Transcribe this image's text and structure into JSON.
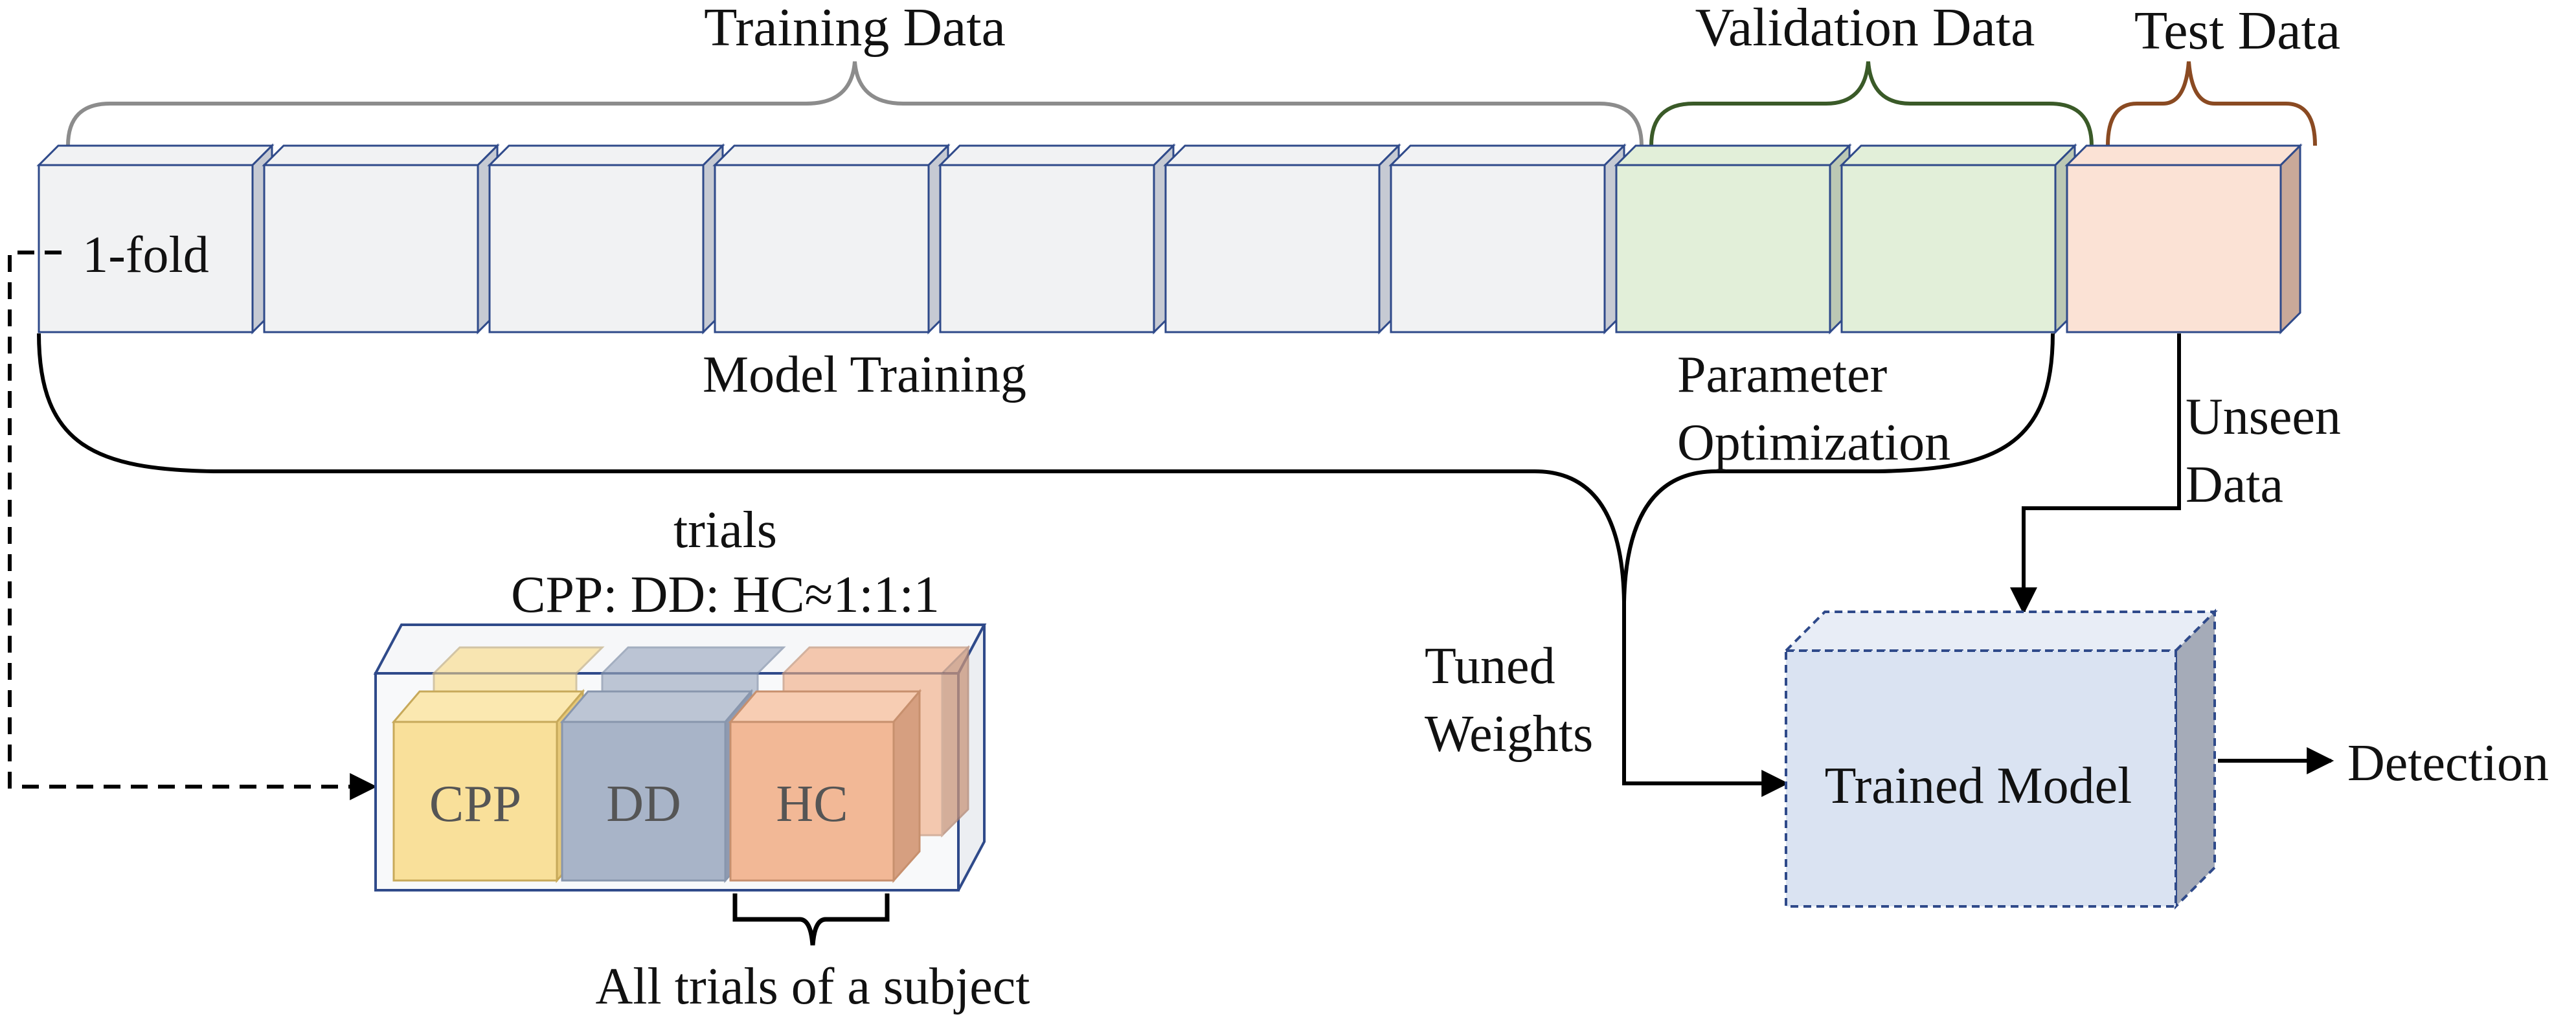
{
  "header_labels": {
    "training": "Training Data",
    "validation": "Validation Data",
    "test": "Test Data"
  },
  "fold_label": "1-fold",
  "section_labels": {
    "model_training": "Model Training",
    "parameter_line1": "Parameter",
    "parameter_line2": "Optimization",
    "unseen_line1": "Unseen",
    "unseen_line2": "Data",
    "tuned_line1": "Tuned",
    "tuned_line2": "Weights"
  },
  "trials": {
    "title": "trials",
    "ratio": "CPP: DD: HC≈1:1:1",
    "cpp": "CPP",
    "dd": "DD",
    "hc": "HC",
    "subject_caption": "All trials of a subject"
  },
  "model": {
    "label": "Trained Model",
    "output": "Detection"
  },
  "colors": {
    "training_fill": "#f1f2f3",
    "validation_fill": "#e2efd9",
    "test_fill": "#fbe2d5",
    "box_stroke": "#2f4a8a",
    "training_brace": "#8c8c8c",
    "validation_brace": "#3a5a28",
    "test_brace": "#8a4a22",
    "cpp_fill": "#f9e09a",
    "dd_fill": "#a8b4c8",
    "hc_fill": "#f2b896",
    "model_fill": "#dae3f2"
  }
}
